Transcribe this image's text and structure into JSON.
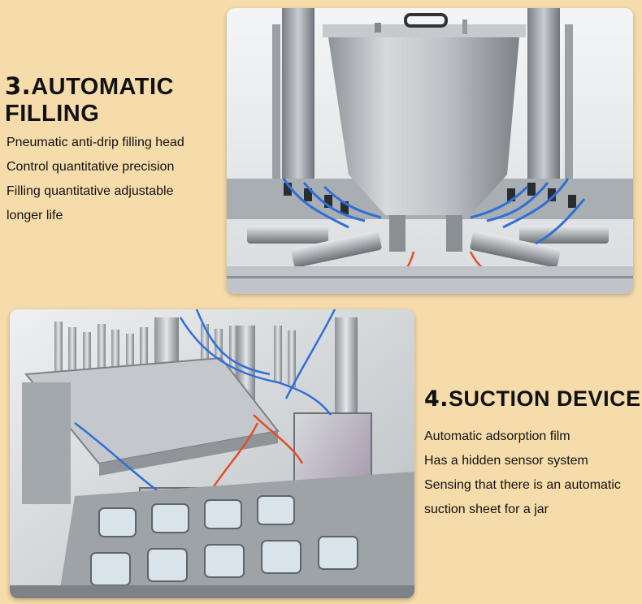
{
  "sections": [
    {
      "number": "3.",
      "title": "AUTOMATIC FILLING",
      "features": [
        "Pneumatic anti-drip filling head",
        "Control quantitative precision",
        "Filling quantitative adjustable",
        "longer life"
      ],
      "photo": "filling-machine-hopper-photo"
    },
    {
      "number": "4.",
      "title": "SUCTION DEVICE",
      "features": [
        "Automatic adsorption film",
        "Has a hidden sensor system",
        "Sensing that there is an automatic",
        "suction sheet for a jar"
      ],
      "photo": "suction-device-photo"
    }
  ],
  "colors": {
    "background": "#f6dcaa",
    "text": "#111111",
    "steel": "#b9bcc0",
    "tubing_blue": "#2f6fd6",
    "tubing_orange": "#e0502a"
  }
}
